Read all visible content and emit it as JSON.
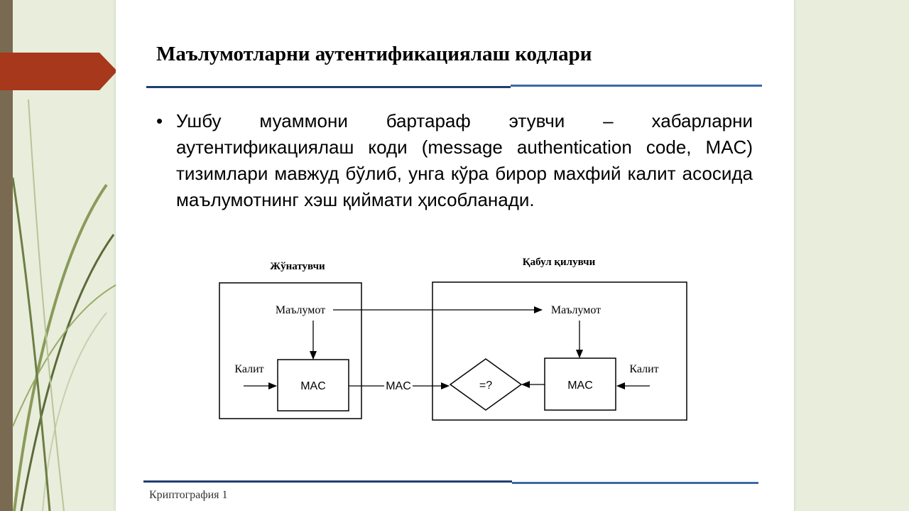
{
  "slide": {
    "title": "Маълумотларни аутентификациялаш кодлари",
    "bullet": "Ушбу муаммони бартараф этувчи – хабарларни аутентификациялаш коди (message authentication code, MAC) тизимлари мавжуд бўлиб, унга кўра бирор махфий калит асосида маълумотнинг хэш қиймати ҳисобланади.",
    "footer": "Криптография 1"
  },
  "diagram": {
    "sender": {
      "title": "Жўнатувчи",
      "data_label": "Маълумот",
      "key_label": "Калит",
      "mac_label": "MAC"
    },
    "receiver": {
      "title": "Қабул қилувчи",
      "data_label": "Маълумот",
      "key_label": "Калит",
      "mac_label": "MAC",
      "compare_label": "=?"
    },
    "link_label": "MAC"
  },
  "colors": {
    "background": "#e8eedb",
    "accent_red": "#a7381c",
    "rule_blue": "#1f4e8c",
    "stripe_brown": "#7a6a52",
    "swoosh_green": "#7a8a4a"
  }
}
